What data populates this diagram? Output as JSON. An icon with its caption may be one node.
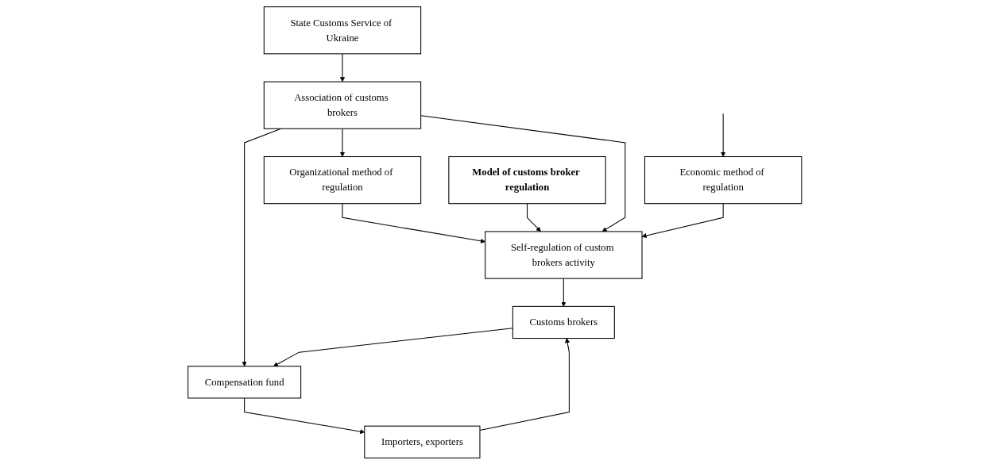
{
  "diagram": {
    "nodes": [
      {
        "text": [
          "Organizational method of regulation"
        ]
      },
      {
        "text": [
          "Model of customs broker regulation"
        ]
      },
      {
        "text": [
          "State Customs Service of Ukraine"
        ]
      },
      {
        "text": [
          "Self-regulation of custom brokers activity"
        ]
      },
      {
        "text": [
          "Association of customs brokers"
        ]
      },
      {
        "text": [
          "Economic method of regulation"
        ]
      },
      {
        "text": [
          "Customs brokers"
        ]
      },
      {
        "text": [
          "Compensation fund"
        ]
      },
      {
        "text": [
          "Importers, exporters"
        ]
      }
    ],
    "edges": [
      {
        "from": 4,
        "to": 0,
        "arrow": "to"
      },
      {
        "from": 0,
        "to": 3,
        "arrow": "to"
      },
      {
        "from": 1,
        "to": 3,
        "arrow": "to"
      },
      {
        "from": 2,
        "to": 4,
        "arrow": "to"
      },
      {
        "from": 4,
        "to": 3,
        "arrow": "to"
      },
      {
        "from": 5,
        "to": 3,
        "arrow": "to"
      },
      {
        "from": 3,
        "to": 6,
        "arrow": "to"
      },
      {
        "from": 4,
        "to": 7,
        "arrow": "to"
      },
      {
        "from": 6,
        "to": 7,
        "arrow": "to"
      },
      {
        "from": 7,
        "to": 8,
        "arrow": "to"
      },
      {
        "from": 8,
        "to": 6,
        "arrow": "to"
      },
      {
        "from": null,
        "to": 5,
        "arrow": "to"
      }
    ]
  }
}
